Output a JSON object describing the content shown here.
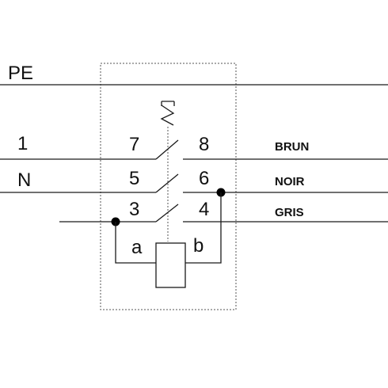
{
  "labels": {
    "pe": "PE",
    "line1": "1",
    "neutral": "N",
    "term_7": "7",
    "term_8": "8",
    "term_5": "5",
    "term_6": "6",
    "term_3": "3",
    "term_4": "4",
    "coil_a": "a",
    "coil_b": "b"
  },
  "wire_colors": {
    "brun": "BRUN",
    "noir": "NOIR",
    "gris": "GRIS"
  },
  "colors": {
    "ink": "#1a1a1a",
    "background": "#ffffff"
  }
}
